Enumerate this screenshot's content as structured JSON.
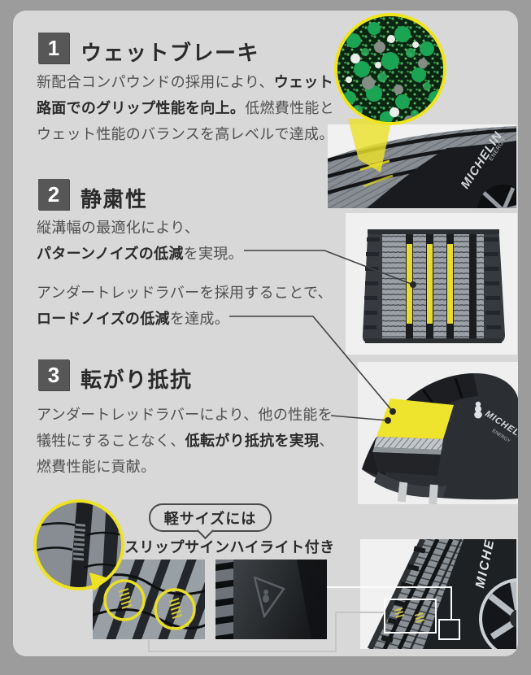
{
  "sections": [
    {
      "number": "1",
      "title": "ウェットブレーキ",
      "lines": [
        [
          {
            "t": "新配合コンパウンドの採用により、",
            "b": false
          },
          {
            "t": "ウェット",
            "b": true
          }
        ],
        [
          {
            "t": "路面でのグリップ性能を向上。",
            "b": true
          },
          {
            "t": "低燃費性能と",
            "b": false
          }
        ],
        [
          {
            "t": "ウェット性能のバランスを高レベルで達成。",
            "b": false
          }
        ]
      ]
    },
    {
      "number": "2",
      "title": "静粛性",
      "para1": [
        [
          {
            "t": "縦溝幅の最適化により、",
            "b": false
          }
        ],
        [
          {
            "t": "パターンノイズの低減",
            "b": true
          },
          {
            "t": "を実現。",
            "b": false
          }
        ]
      ],
      "para2": [
        [
          {
            "t": "アンダートレッドラバーを採用することで、",
            "b": false
          }
        ],
        [
          {
            "t": "ロードノイズの低減",
            "b": true
          },
          {
            "t": "を達成。",
            "b": false
          }
        ]
      ]
    },
    {
      "number": "3",
      "title": "転がり抵抗",
      "lines": [
        [
          {
            "t": "アンダートレッドラバーにより、他の性能を",
            "b": false
          }
        ],
        [
          {
            "t": "犠牲にすることなく、",
            "b": false
          },
          {
            "t": "低転がり抵抗を実現",
            "b": true
          },
          {
            "t": "、",
            "b": false
          }
        ],
        [
          {
            "t": "燃費性能に貢献。",
            "b": false
          }
        ]
      ]
    }
  ],
  "callout": {
    "bubble": "軽サイズには",
    "caption": "スリップサインハイライト付き"
  },
  "tire_labels": {
    "brand": "MICHELIN",
    "model": "ENERGY"
  },
  "colors": {
    "accent_yellow": "#eee223",
    "panel_gray": "#d8d8d8",
    "outer_gray": "#9c9c9c",
    "compound_green": "#1ca455"
  }
}
